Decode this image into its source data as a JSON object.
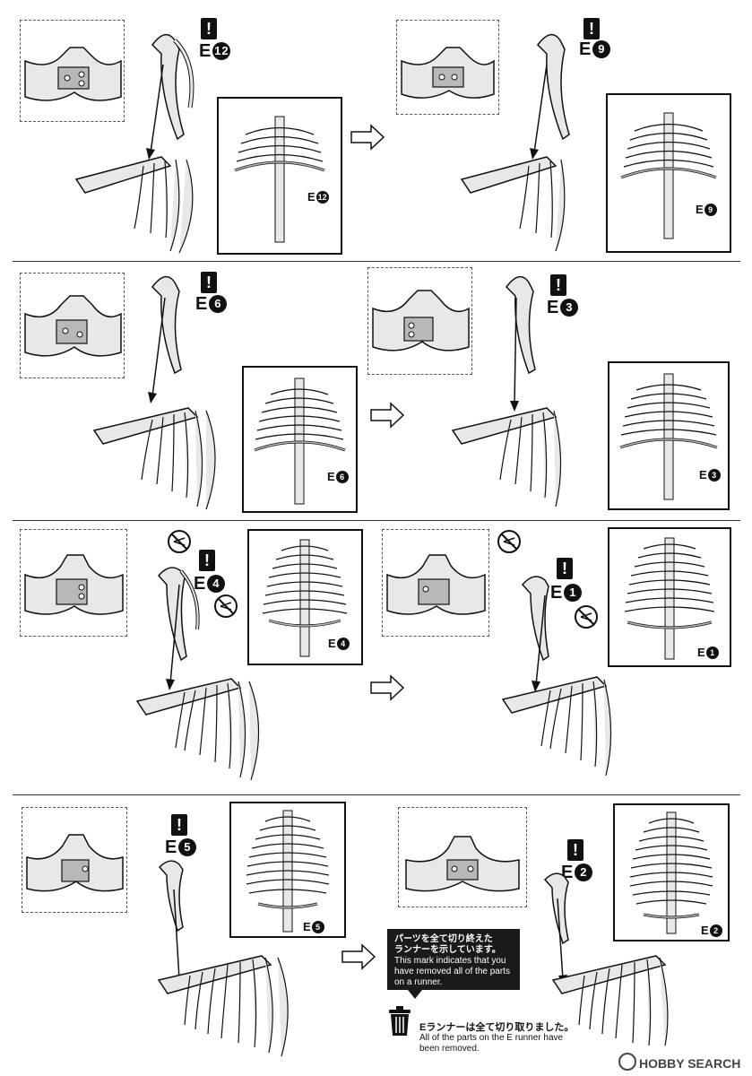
{
  "steps": [
    {
      "id": "e12",
      "part": "E",
      "num": "12"
    },
    {
      "id": "e9",
      "part": "E",
      "num": "9"
    },
    {
      "id": "e6",
      "part": "E",
      "num": "6"
    },
    {
      "id": "e3",
      "part": "E",
      "num": "3"
    },
    {
      "id": "e4",
      "part": "E",
      "num": "4"
    },
    {
      "id": "e1",
      "part": "E",
      "num": "1"
    },
    {
      "id": "e5",
      "part": "E",
      "num": "5"
    },
    {
      "id": "e2",
      "part": "E",
      "num": "2"
    }
  ],
  "warning_glyph": "!",
  "note": {
    "jp_line1": "パーツを全て切り終えた",
    "jp_line2": "ランナーを示しています。",
    "en_line1": "This mark indicates that you",
    "en_line2": "have removed all of the parts",
    "en_line3": "on a runner."
  },
  "trash": {
    "jp": "Eランナーは全て切り取りました。",
    "en_line1": "All of the parts on the E runner have",
    "en_line2": "been removed."
  },
  "watermark": "HOBBY SEARCH",
  "colors": {
    "ink": "#111111",
    "bone": "#e8e8e8",
    "shade": "#b8b8b8"
  }
}
